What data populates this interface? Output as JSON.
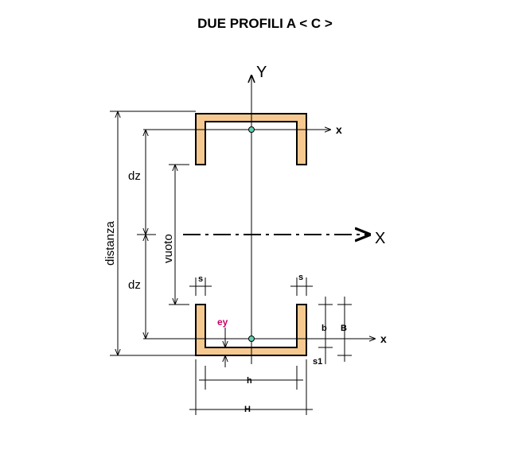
{
  "title": "DUE PROFILI  A < C >",
  "labels": {
    "axis_Y": "Y",
    "axis_X": "X",
    "local_x_top": "x",
    "local_x_bottom": "x",
    "dz_upper": "dz",
    "dz_lower": "dz",
    "distanza": "distanza",
    "vuoto": "vuoto",
    "s_left": "s",
    "s_right": "s",
    "ey": "ey",
    "b": "b",
    "B": "B",
    "s1": "s1",
    "h": "h",
    "H": "H"
  },
  "colors": {
    "profile_fill": "#f5c98f",
    "centroid": "#5fd0b0",
    "ey": "#cc0066",
    "line": "#000000"
  }
}
